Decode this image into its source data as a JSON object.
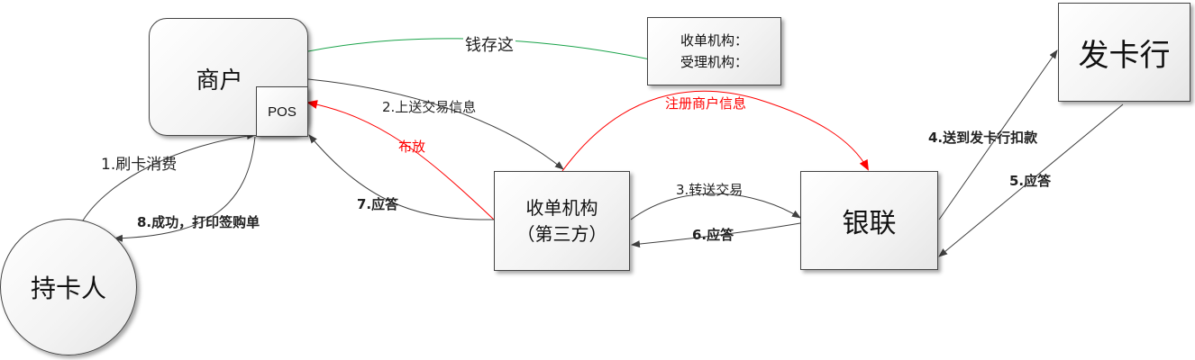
{
  "nodes": {
    "merchant": "商户",
    "pos": "POS",
    "cardholder": "持卡人",
    "acquirer_line1": "收单机构",
    "acquirer_line2": "（第三方）",
    "institution_line1": "收单机构：",
    "institution_line2": "受理机构：",
    "unionpay": "银联",
    "issuer": "发卡行"
  },
  "edges": {
    "swipe": "1.刷卡消费",
    "upload": "2.上送交易信息",
    "forward": "3.转送交易",
    "deduct": "4.送到发卡行扣款",
    "reply5": "5.应答",
    "reply6": "6.应答",
    "reply7": "7.应答",
    "success": "8.成功，打印签购单",
    "deploy": "布放",
    "register": "注册商户信息",
    "money_here": "钱存这"
  },
  "colors": {
    "black_arrow": "#404040",
    "red_arrow": "#ff0000",
    "green_arrow": "#1aa34a"
  }
}
